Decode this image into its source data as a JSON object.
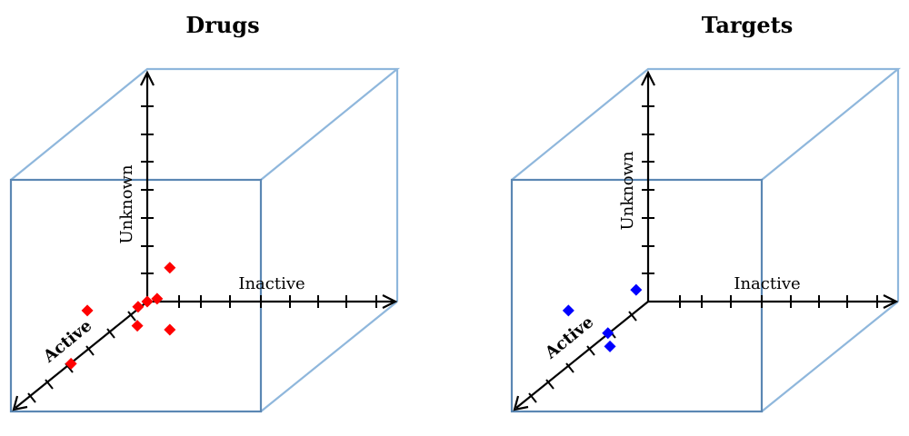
{
  "panels": [
    {
      "id": "drugs",
      "title": "Drugs",
      "axes": {
        "x_label": "Inactive",
        "y_label": "Unknown",
        "z_label": "Active"
      },
      "marker_color": "#ff0000",
      "points": [
        {
          "a": 0.0,
          "i": 0.0,
          "u": 0.0
        },
        {
          "a": 0.0,
          "i": 0.35,
          "u": 0.1
        },
        {
          "a": 0.0,
          "i": 0.8,
          "u": 1.2
        },
        {
          "a": 0.0,
          "i": 0.8,
          "u": -1.0
        },
        {
          "a": 0.3,
          "i": -0.1,
          "u": 0.0
        },
        {
          "a": 1.5,
          "i": -1.0,
          "u": 0.6
        },
        {
          "a": 1.4,
          "i": 0.7,
          "u": 0.0
        },
        {
          "a": 3.6,
          "i": 0.0,
          "u": 0.0
        }
      ]
    },
    {
      "id": "targets",
      "title": "Targets",
      "axes": {
        "x_label": "Inactive",
        "y_label": "Unknown",
        "z_label": "Active"
      },
      "marker_color": "#0000ff",
      "points": [
        {
          "a": 0.3,
          "i": -0.2,
          "u": 0.6
        },
        {
          "a": 1.5,
          "i": -1.7,
          "u": 0.6
        },
        {
          "a": 1.5,
          "i": -0.3,
          "u": -0.2
        },
        {
          "a": 2.6,
          "i": 0.6,
          "u": 0.0
        }
      ]
    }
  ]
}
